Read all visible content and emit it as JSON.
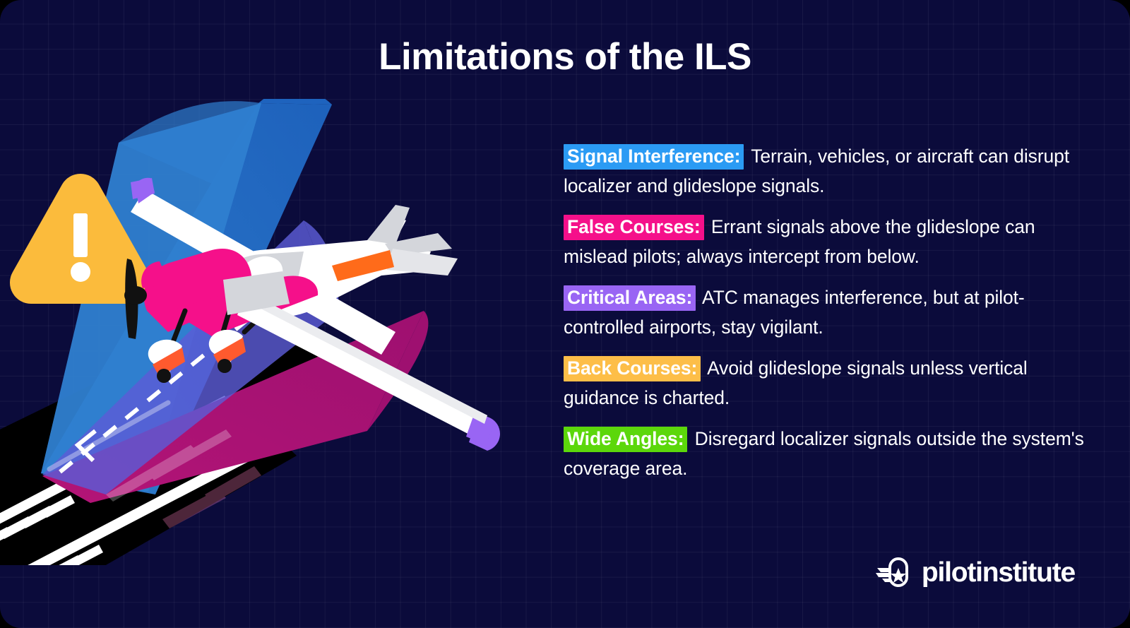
{
  "meta": {
    "background_color": "#0B0B3B",
    "outer_color": "#000000"
  },
  "header": {
    "title": "Limitations of the ILS"
  },
  "bullets": [
    {
      "tag": "Signal Interference:",
      "tag_color": "#2B9BF4",
      "text": " Terrain, vehicles, or aircraft can disrupt localizer and glideslope signals."
    },
    {
      "tag": "False Courses:",
      "tag_color": "#F5108A",
      "text": " Errant signals above the glideslope can mislead pilots; always intercept from below."
    },
    {
      "tag": "Critical Areas:",
      "tag_color": "#9965F4",
      "text": " ATC manages interference, but at pilot-controlled airports, stay vigilant."
    },
    {
      "tag": "Back Courses:",
      "tag_color": "#FDBE48",
      "text": " Avoid glideslope signals unless vertical guidance is charted."
    },
    {
      "tag": "Wide Angles:",
      "tag_color": "#5CD70B",
      "text": " Disregard localizer signals outside the system's coverage area."
    }
  ],
  "illustration": {
    "warning_icon_name": "warning-triangle-icon",
    "warning_color": "#FBBB3C",
    "exclamation_color": "#FFFFFF",
    "aircraft_name": "single-engine-airplane",
    "aircraft_body_color": "#FFFFFF",
    "aircraft_cowling_color": "#F5108A",
    "aircraft_wingtip_color": "#9965F4",
    "aircraft_accent_color": "#FF6B1A",
    "localizer_cone_color": "#1F6FC4",
    "glideslope_cone_color": "#A81372",
    "overlap_cone_color": "#5B5BD6",
    "runway_color": "#000000",
    "runway_marking_color": "#FFFFFF",
    "approach_path_label": "dashed-approach-path"
  },
  "logo": {
    "mark_name": "winged-shield-star-icon",
    "text": "pilotinstitute"
  }
}
